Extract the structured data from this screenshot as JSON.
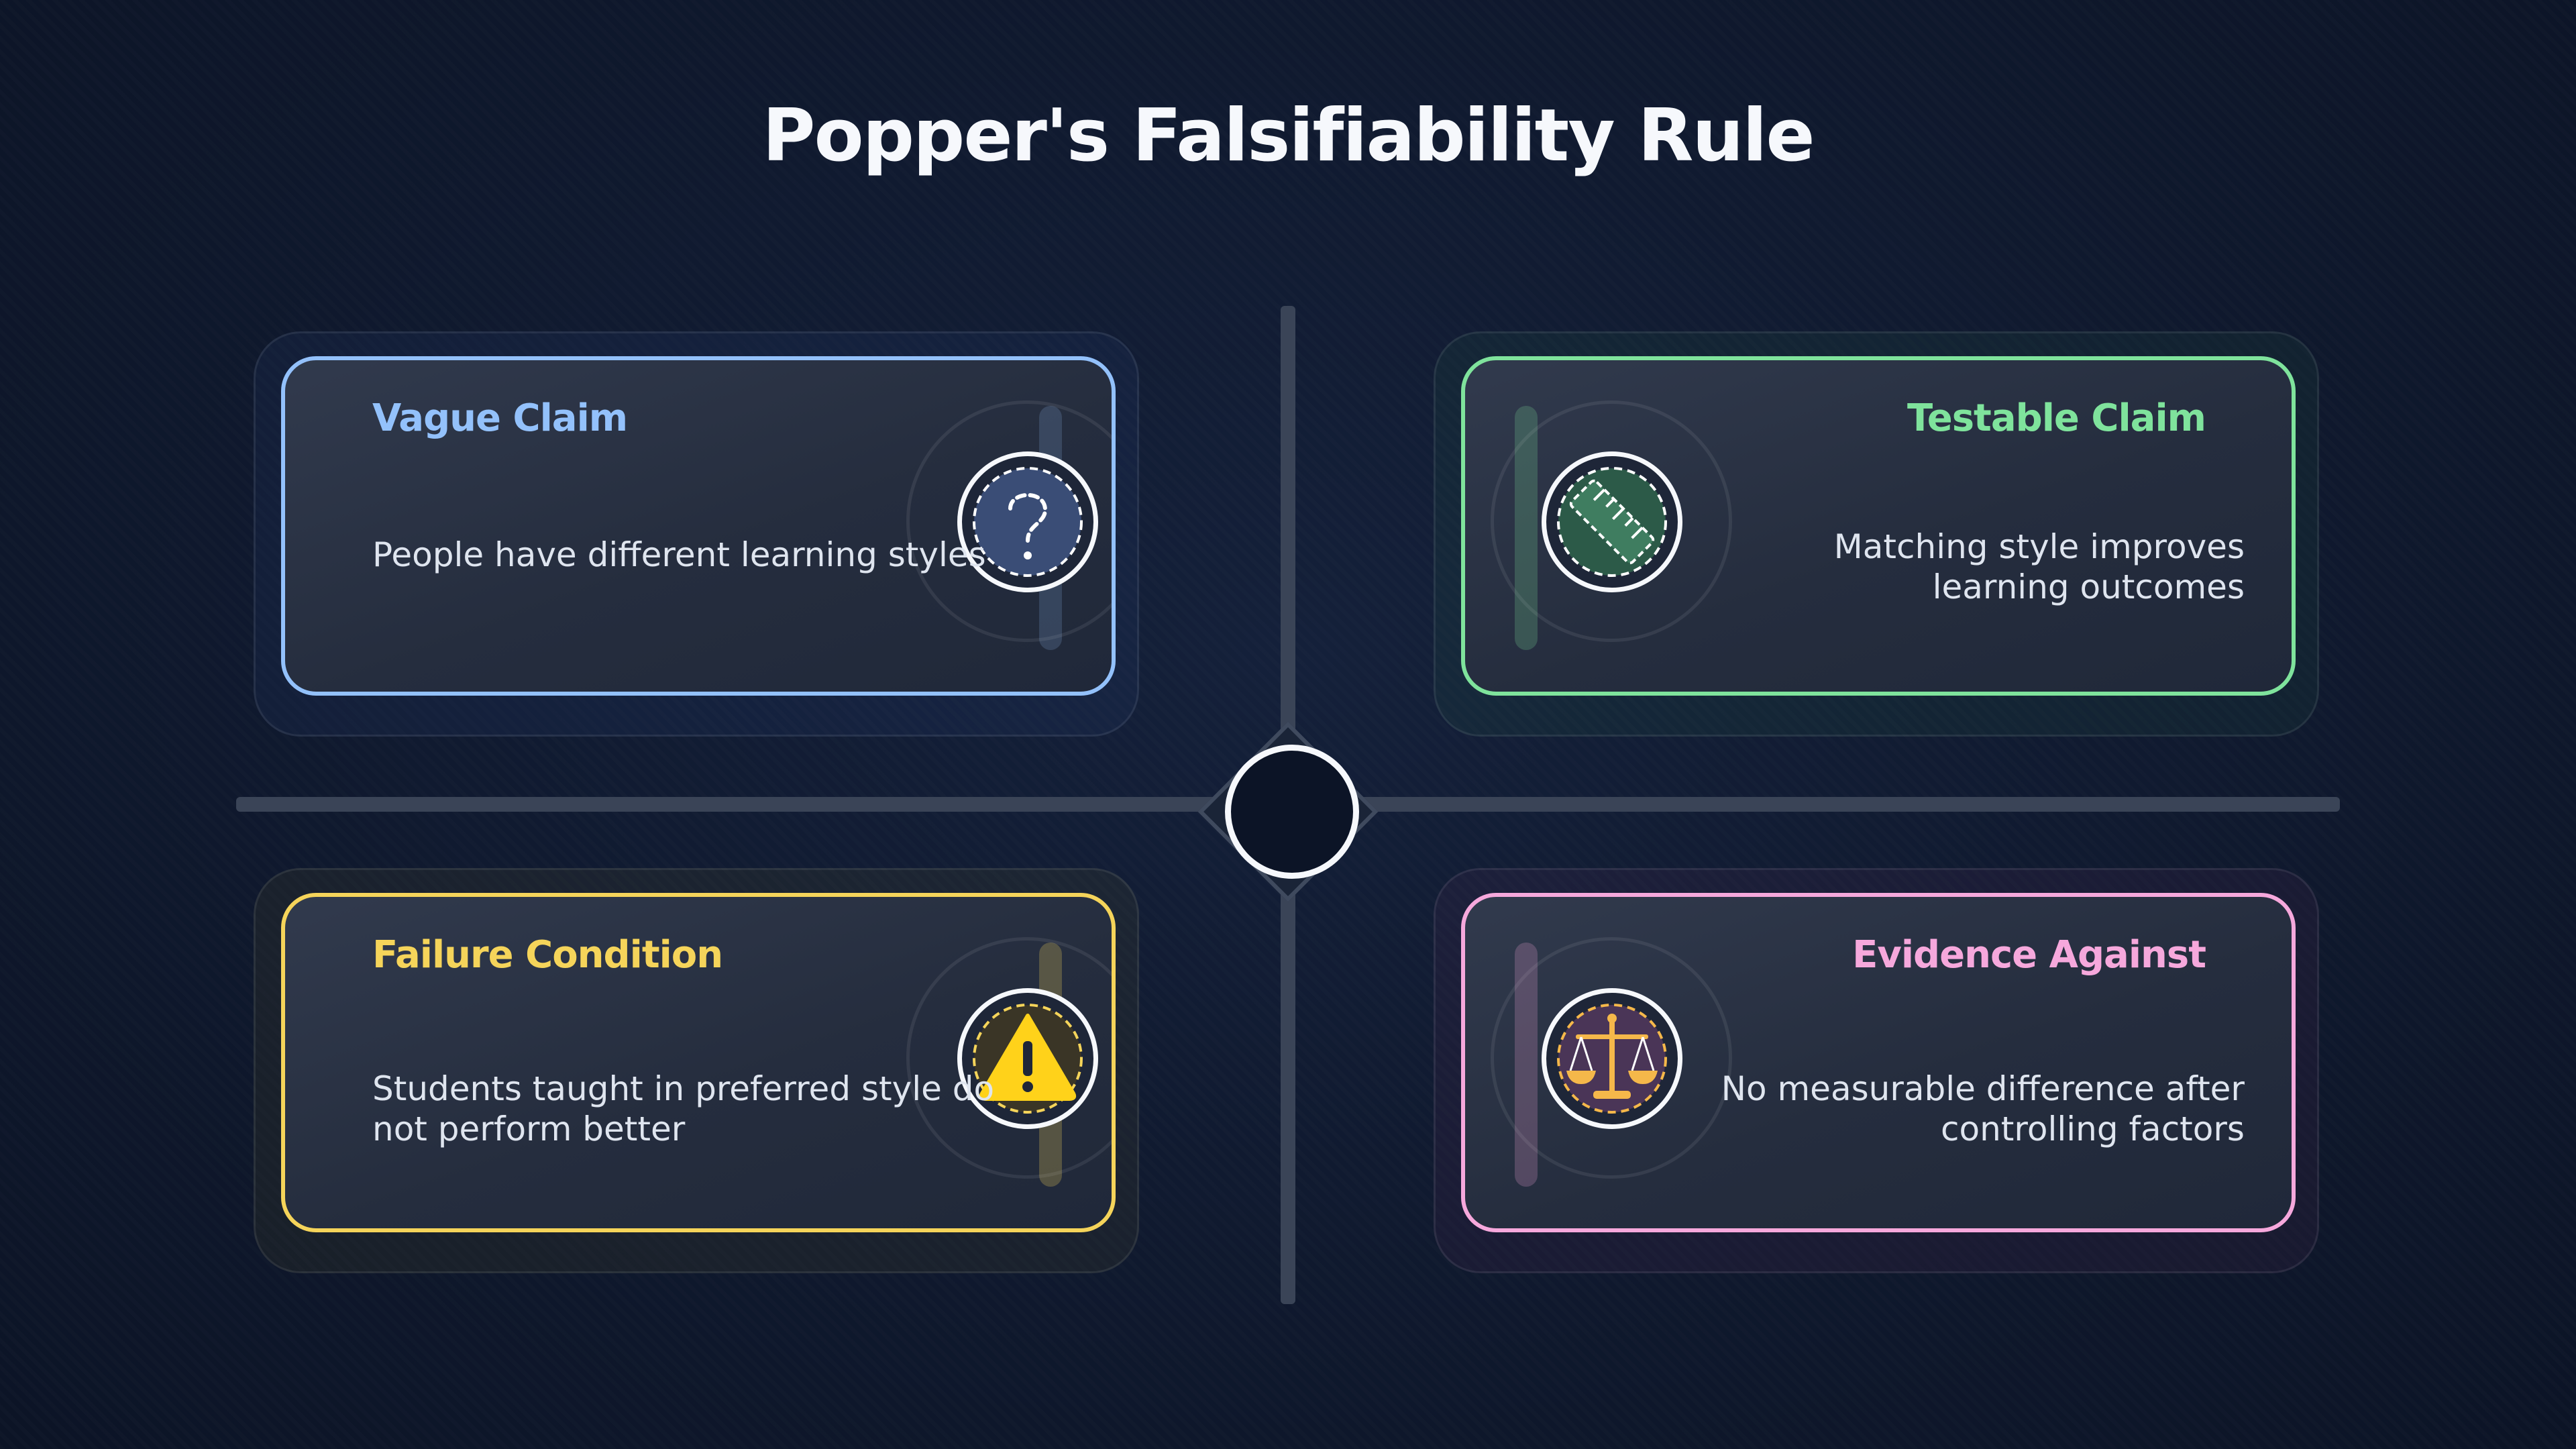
{
  "title": "Popper's Falsifiability Rule",
  "quadrants": [
    {
      "title": "Vague Claim",
      "text": "People have different learning styles",
      "icon": "question-icon",
      "color": "#93c1fb"
    },
    {
      "title": "Testable Claim",
      "text_lines": [
        "Matching style improves",
        "learning outcomes"
      ],
      "icon": "ruler-icon",
      "color": "#7fe39c"
    },
    {
      "title": "Failure Condition",
      "text_lines": [
        "Students taught in preferred style do",
        "not perform better"
      ],
      "icon": "warning-icon",
      "color": "#f5d45a"
    },
    {
      "title": "Evidence Against",
      "text_lines": [
        "No measurable difference after",
        "controlling factors"
      ],
      "icon": "scale-icon",
      "color": "#f6a8dc"
    }
  ]
}
